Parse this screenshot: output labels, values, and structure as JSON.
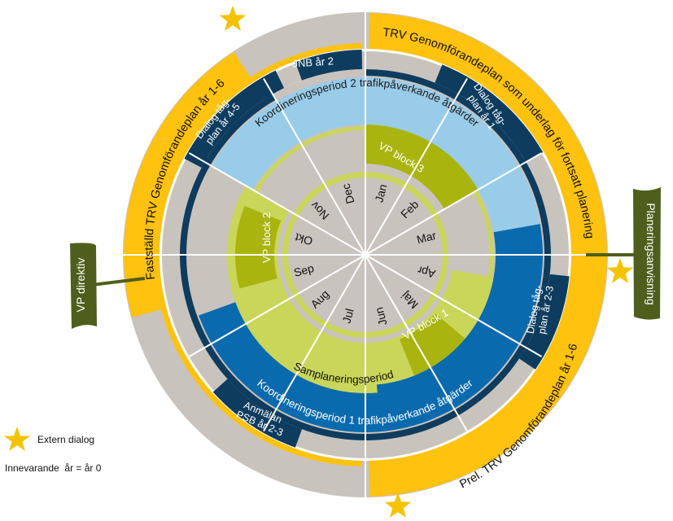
{
  "months": [
    "Jan",
    "Feb",
    "Mar",
    "Apr",
    "Maj",
    "Jun",
    "Jul",
    "Aug",
    "Sep",
    "Okt",
    "Nov",
    "Dec"
  ],
  "vp_blocks": [
    "VP block 3",
    "VP block 1",
    "VP block 2"
  ],
  "samplanering": "Samplaneringsperiod",
  "koordinering_1": "Koordineringsperiod 1 trafikpåverkande åtgärder",
  "koordinering_2": "Koordineringsperiod 2 trafikpåverkande åtgärder",
  "dialog_1": [
    "Dialog tåg-",
    "plan år 1"
  ],
  "dialog_23": [
    "Dialog tåg-",
    "plan år 2-3"
  ],
  "dialog_45": [
    "Dialog tåg-",
    "plan år 4-5"
  ],
  "anmalan": [
    "Anmälan",
    "PSB år 2-3"
  ],
  "jnb": "JNB år 2",
  "outer_top_right": "TRV Genomförandeplan som underlag för fortsatt planering",
  "outer_bottom_right": "Prel. TRV Genomförandeplan år 1-6",
  "outer_left": "Fastställd TRV Genomförandeplan år 1-6",
  "vp_direktiv": "VP direktiv",
  "planeringsanvisning": "Planeringsanvisning",
  "legend": {
    "star_label": "Extern dialog",
    "note": "Innevarande  år = år 0"
  },
  "colors": {
    "outer_yellow": "#FFC20E",
    "grey": "#C9C3BD",
    "dark_navy": "#0D3C5E",
    "light_blue": "#99CCE9",
    "blue": "#0A6AAE",
    "light_green": "#CAD65A",
    "mid_green": "#A9B40F",
    "olive": "#4F5E1C",
    "star": "#F3C300"
  }
}
